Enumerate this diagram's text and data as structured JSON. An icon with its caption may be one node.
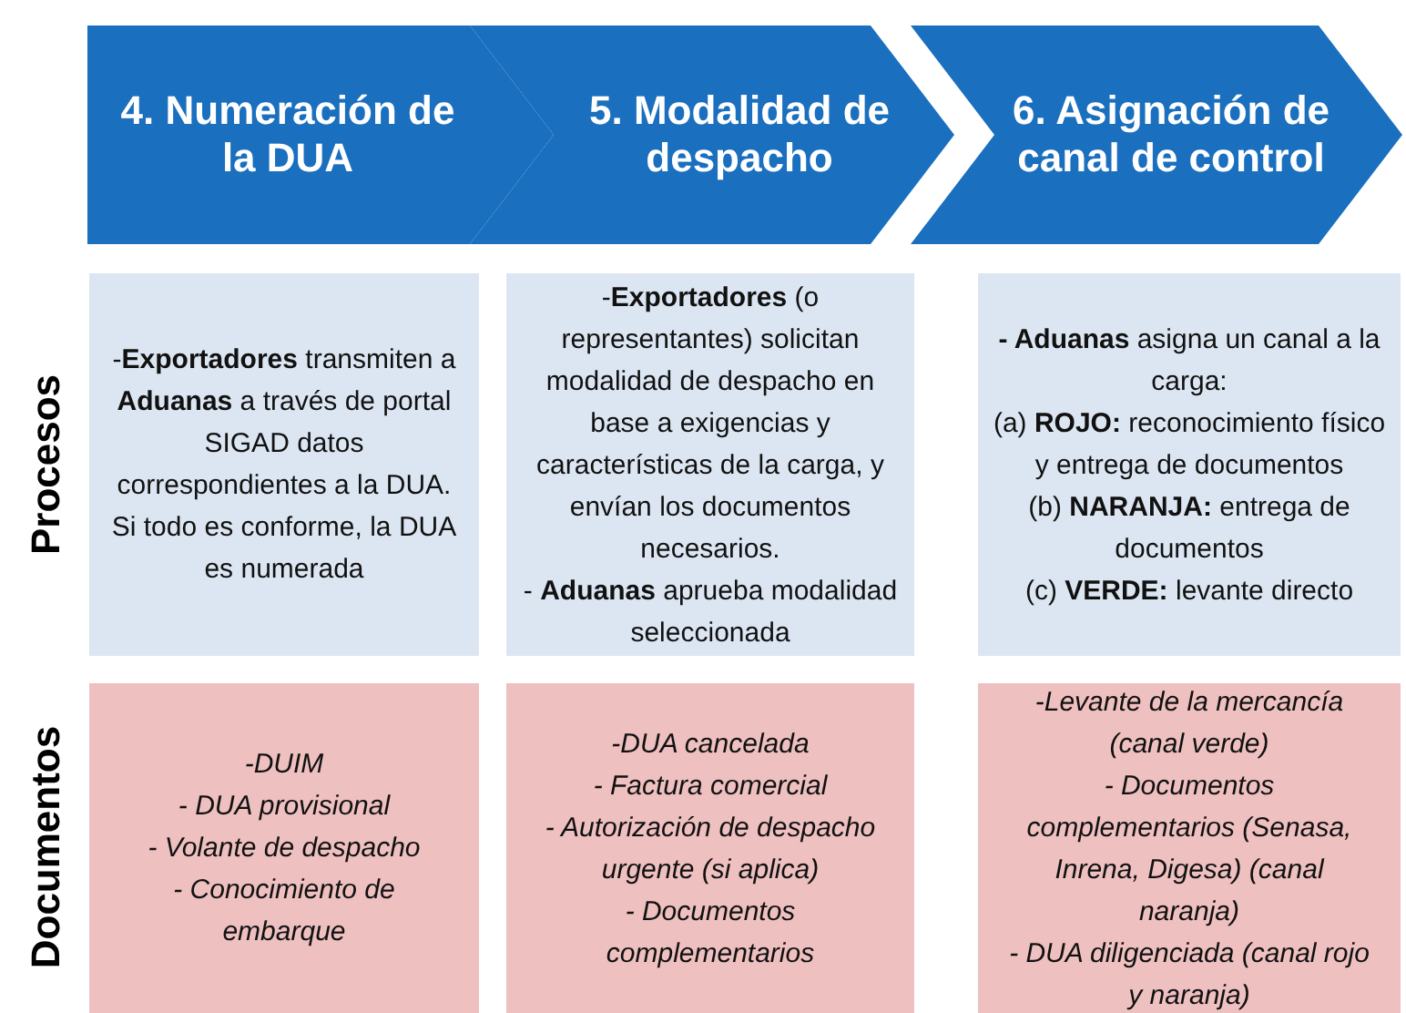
{
  "diagram": {
    "nodes": [
      {
        "text": [
          "4. Numeración de la DUA"
        ]
      },
      {
        "text": [
          "5. Modalidad de despacho"
        ]
      },
      {
        "text": [
          "6. Asignación de canal de control"
        ]
      },
      {
        "text": [
          "-**Exportadores** transmiten a **Aduanas** a través de portal SIGAD datos correspondientes a la DUA. Si todo es conforme, la DUA es numerada"
        ]
      },
      {
        "text": [
          "-**Exportadores** (o representantes) solicitan modalidad de despacho en base a exigencias y características de la carga, y envían los documentos necesarios.",
          "- **Aduanas** aprueba modalidad seleccionada"
        ]
      },
      {
        "text": [
          "**- Aduanas** asigna un canal a la carga:",
          "(a) **ROJO:** reconocimiento físico y entrega de documentos",
          "(b) **NARANJA:** entrega de documentos",
          "(c) **VERDE:** levante directo"
        ]
      },
      {
        "text": [
          "-DUIM",
          "- DUA provisional",
          "- Volante de despacho",
          "- Conocimiento de embarque"
        ]
      },
      {
        "text": [
          "-DUA cancelada",
          "- Factura comercial",
          "- Autorización de despacho urgente (si aplica)",
          "- Documentos complementarios"
        ]
      },
      {
        "text": [
          "-Levante de la mercancía (canal verde)",
          "- Documentos complementarios (Senasa, Inrena, Digesa) (canal naranja)",
          "- DUA diligenciada (canal rojo y naranja)"
        ]
      }
    ],
    "edges": [],
    "labels": [
      "Procesos",
      "Documentos"
    ]
  }
}
